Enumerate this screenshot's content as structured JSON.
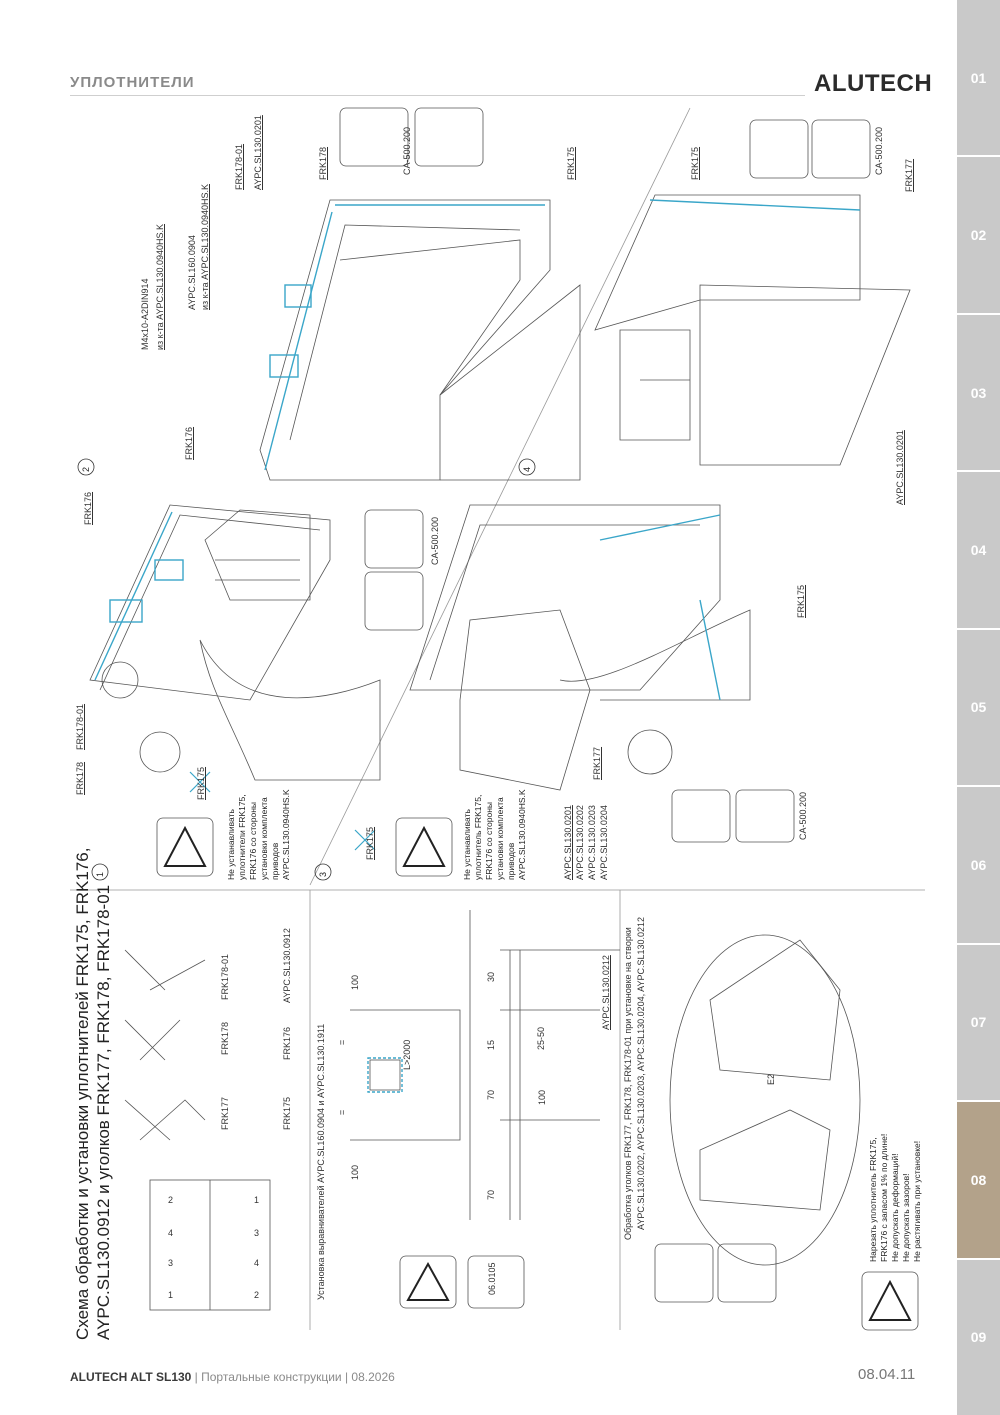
{
  "header": {
    "section_title": "УПЛОТНИТЕЛИ",
    "brand": "ALUTECH"
  },
  "sidebar": {
    "tabs": [
      "01",
      "02",
      "03",
      "04",
      "05",
      "06",
      "07",
      "08",
      "09"
    ],
    "active": "08",
    "colors": {
      "inactive": "#c9c9c9",
      "active": "#b3a28a"
    }
  },
  "footer": {
    "product": "ALUTECH ALT SL130",
    "rest": " | Портальные конструкции | 08.2026",
    "page_number": "08.04.11"
  },
  "title": {
    "line1": "Схема обработки и установки уплотнителей FRK175, FRK176,",
    "line2": "AYPC.SL130.0912 и уголков FRK177, FRK178, FRK178-01"
  },
  "parts": {
    "frk177": "FRK177",
    "frk178": "FRK178",
    "frk178_01": "FRK178-01",
    "frk175": "FRK175",
    "frk176": "FRK176",
    "brush": "AYPC.SL130.0912"
  },
  "scheme_numbers": {
    "n1": "1",
    "n2": "2",
    "n3": "3",
    "n4": "4"
  },
  "scheme_labels": {
    "s1_frk178": "FRK178",
    "s1_frk178_01": "FRK178-01",
    "s1_frk175": "FRK175",
    "s1_frk176": "FRK176",
    "s1_warning": "Не устанавливать\nуплотнители FRK175,\nFRK176 со стороны\nустановки комплекта\nприводов\nAYPC.SL130.0940HS.K",
    "s1_ca": "CA-500.200",
    "s2_frk176": "FRK176",
    "s2_screw": "M4x10-A2DIN914",
    "s2_screw_kit": "из к-та AYPC.SL130.0940HS.K",
    "s2_aypc": "AYPC.SL160.0904",
    "s2_aypc_kit": "из к-та AYPC.SL130.0940HS.K",
    "s2_frk178_01": "FRK178-01",
    "s2_aypc2": "AYPC.SL130.0201",
    "s2_frk178": "FRK178",
    "s2_ca": "CA-500.200",
    "s2_frk175": "FRK175",
    "s3_frk175": "FRK175",
    "s3_warning": "Не устанавливать\nуплотнитель FRK175,\nFRK176 со стороны\nустановки комплекта\nприводов\nAYPC.SL130.0940HS.K",
    "s3_aypc_list": [
      "AYPC.SL130.0201",
      "AYPC.SL130.0202",
      "AYPC.SL130.0203",
      "AYPC.SL130.0204"
    ],
    "s3_frk177": "FRK177",
    "s3_ca": "CA-500.200",
    "s3_frk175_b": "FRK175",
    "s4_frk175": "FRK175",
    "s4_ca": "CA-500.200",
    "s4_frk177": "FRK177",
    "s4_aypc": "AYPC.SL130.0201"
  },
  "bottom": {
    "install_title": "Установка выравнивателей AYPC.SL160.0904 и AYPC.SL130.1911",
    "dim_100a": "100",
    "dim_100b": "100",
    "dim_L": "L>2000",
    "dim_eq": "=",
    "tool_code": "06.0105",
    "dim_30": "30",
    "dim_15": "15",
    "dim_70a": "70",
    "dim_70b": "70",
    "dim_25_50": "25-50",
    "dim_100c": "100",
    "aypc_0212": "AYPC.SL130.0212",
    "corner_title": "Обработка уголков FRK177, FRK178, FRK178-01 при установке на створки",
    "corner_title2": "AYPC.SL130.0202, AYPC.SL130.0203, AYPC.SL130.0204, AYPC.SL130.0212",
    "dim_e2": "E2",
    "cut_notes": "Нарезать уплотнитель FRK175, FRK176 с запасом 1% по длине!\nНе допускать деформаций!\nНе допускать зазоров!\nНе растягивать при установке!"
  },
  "sash_numbers": [
    "1",
    "2",
    "3",
    "4",
    "1",
    "2",
    "3",
    "4"
  ]
}
